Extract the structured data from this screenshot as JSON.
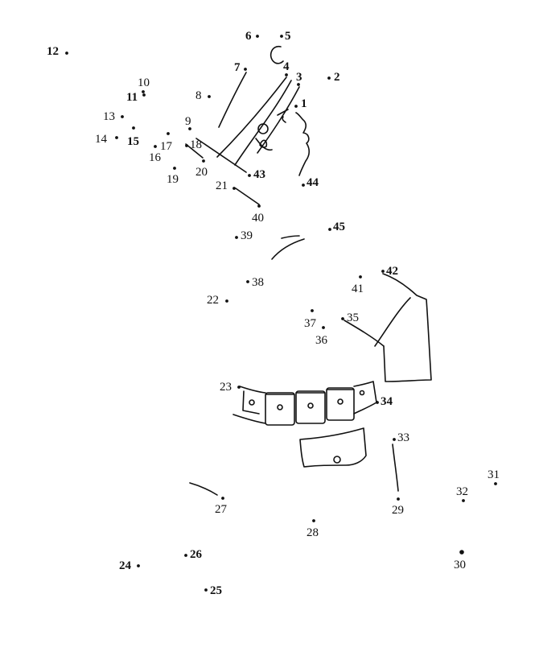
{
  "worksheet": {
    "points": [
      {
        "label": "1"
      },
      {
        "label": "2"
      },
      {
        "label": "3"
      },
      {
        "label": "4"
      },
      {
        "label": "5"
      },
      {
        "label": "6"
      },
      {
        "label": "7"
      },
      {
        "label": "8"
      },
      {
        "label": "9"
      },
      {
        "label": "10"
      },
      {
        "label": "11"
      },
      {
        "label": "12"
      },
      {
        "label": "13"
      },
      {
        "label": "14"
      },
      {
        "label": "15"
      },
      {
        "label": "16"
      },
      {
        "label": "17"
      },
      {
        "label": "18"
      },
      {
        "label": "19"
      },
      {
        "label": "20"
      },
      {
        "label": "21"
      },
      {
        "label": "22"
      },
      {
        "label": "23"
      },
      {
        "label": "24"
      },
      {
        "label": "25"
      },
      {
        "label": "26"
      },
      {
        "label": "27"
      },
      {
        "label": "28"
      },
      {
        "label": "29"
      },
      {
        "label": "30"
      },
      {
        "label": "31"
      },
      {
        "label": "32"
      },
      {
        "label": "33"
      },
      {
        "label": "34"
      },
      {
        "label": "35"
      },
      {
        "label": "36"
      },
      {
        "label": "37"
      },
      {
        "label": "38"
      },
      {
        "label": "39"
      },
      {
        "label": "40"
      },
      {
        "label": "41"
      },
      {
        "label": "42"
      },
      {
        "label": "43"
      },
      {
        "label": "44"
      },
      {
        "label": "45"
      }
    ]
  }
}
